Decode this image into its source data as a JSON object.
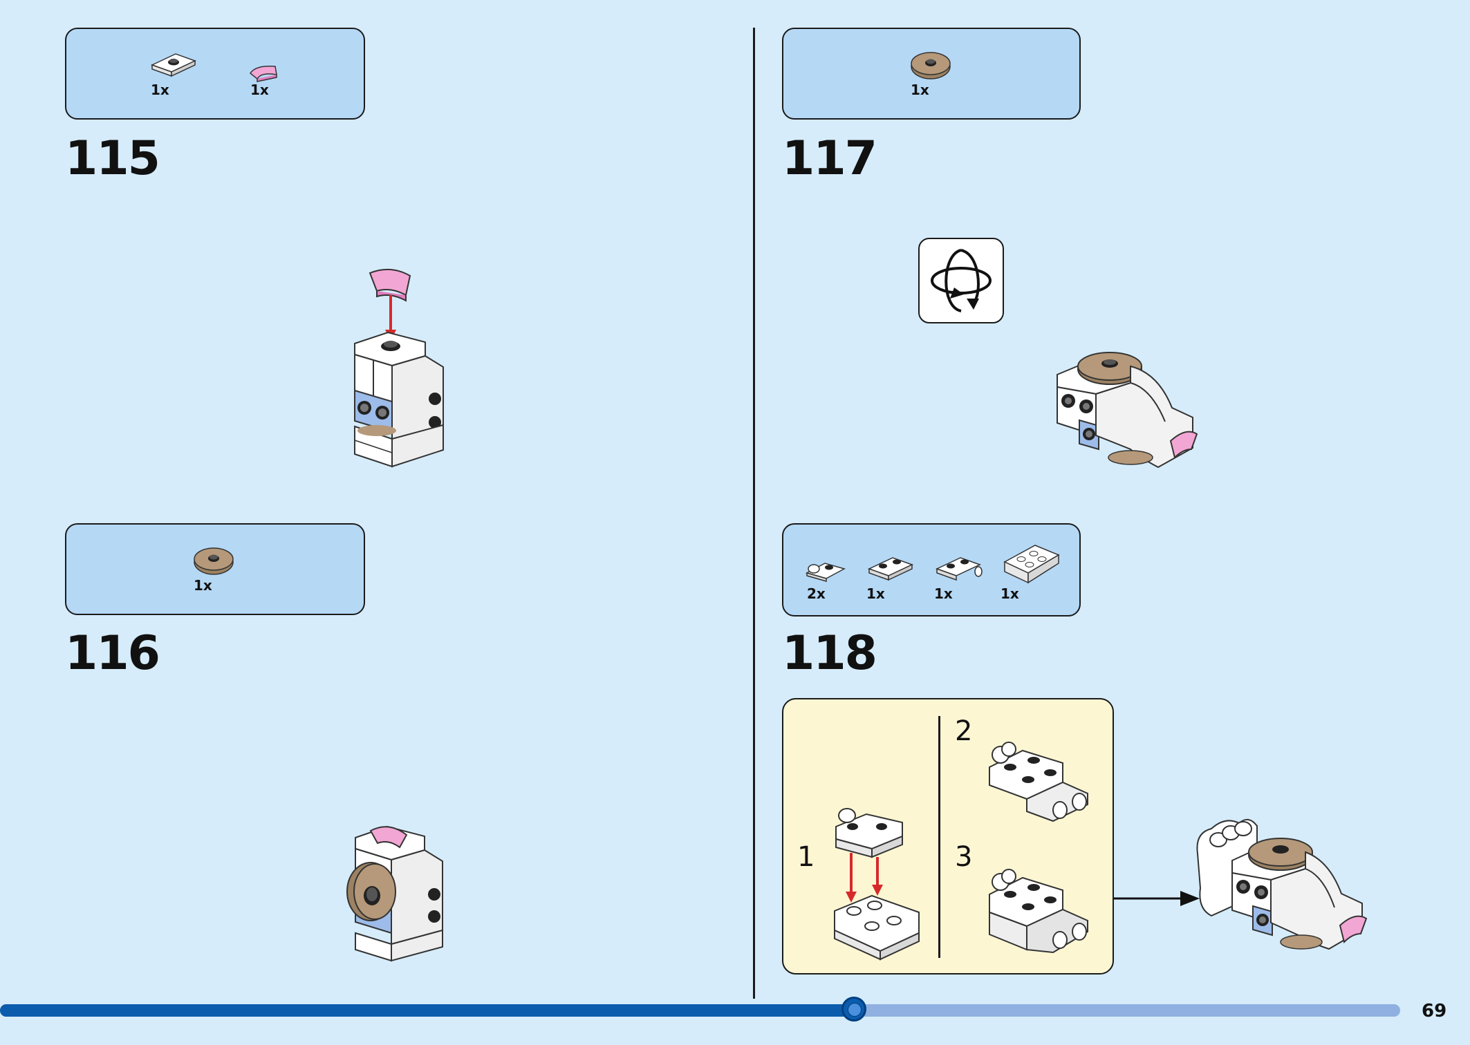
{
  "steps": [
    {
      "number": "115",
      "parts": [
        "1x",
        "1x"
      ]
    },
    {
      "number": "116",
      "parts": [
        "1x"
      ]
    },
    {
      "number": "117",
      "parts": [
        "1x"
      ]
    },
    {
      "number": "118",
      "parts": [
        "2x",
        "1x",
        "1x",
        "1x"
      ]
    }
  ],
  "substeps": [
    "1",
    "2",
    "3"
  ],
  "icons": {
    "rotate": "rotate-model-icon"
  },
  "colors": {
    "page_background": "#d6ecfa",
    "parts_box": "#b5d8f5",
    "substep_box": "#fdf6d3",
    "arrow_red": "#d62a2a",
    "progress_fill": "#0b5cad",
    "progress_track": "#8fb0e0"
  },
  "progress": {
    "fraction": 0.61
  },
  "page_number": "69"
}
